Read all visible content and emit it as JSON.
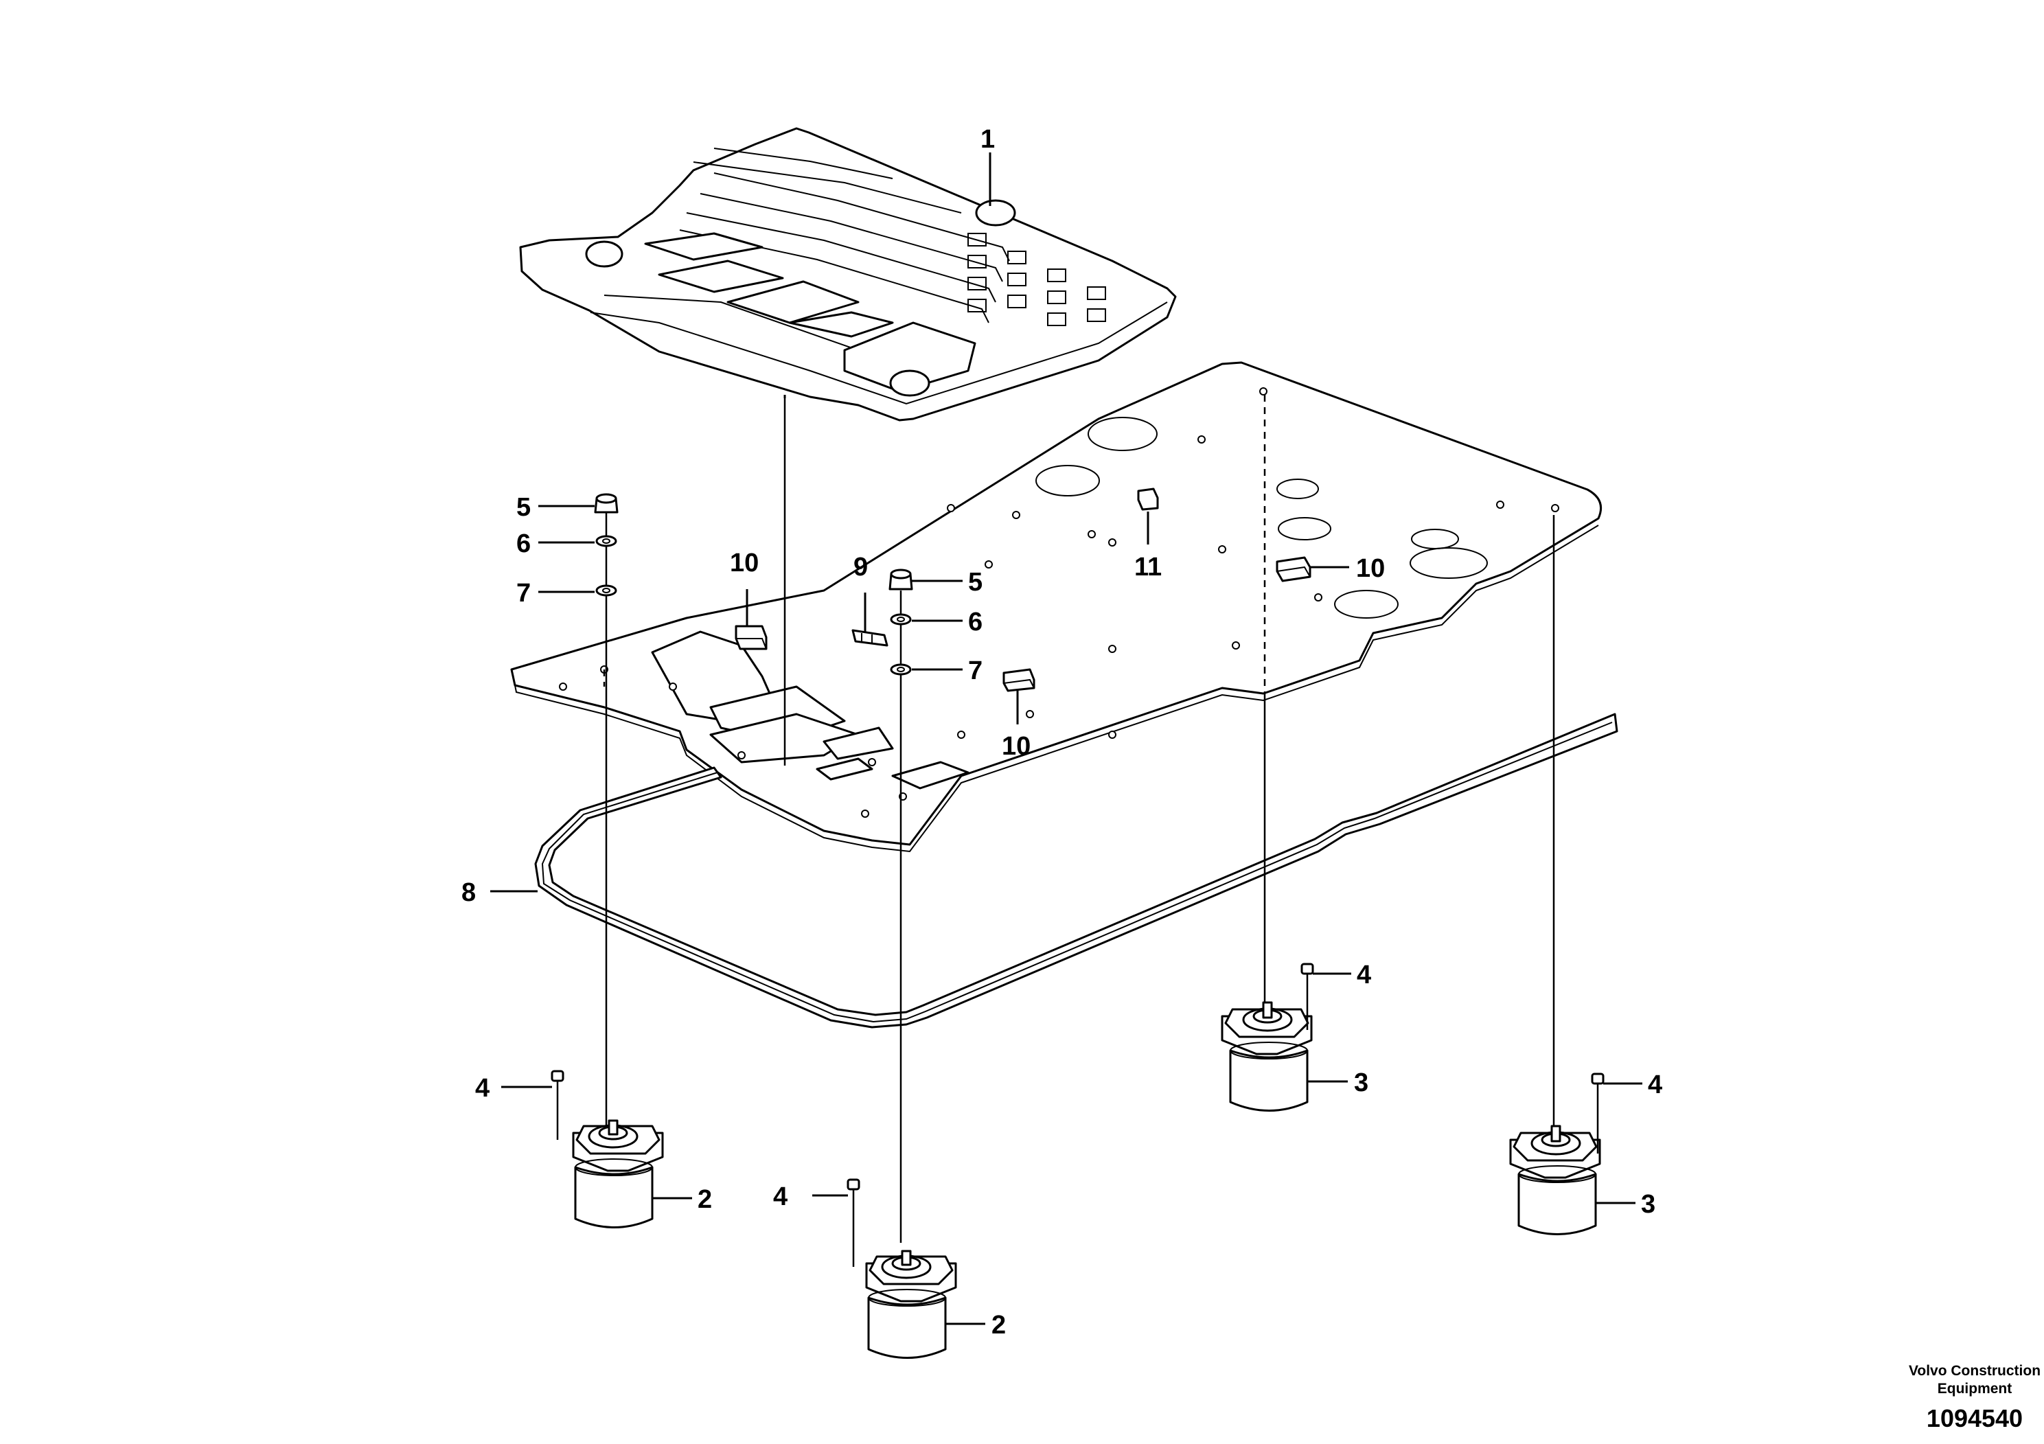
{
  "callouts": {
    "c1": "1",
    "c2a": "2",
    "c2b": "2",
    "c3a": "3",
    "c3b": "3",
    "c4a": "4",
    "c4b": "4",
    "c4c": "4",
    "c4d": "4",
    "c5a": "5",
    "c5b": "5",
    "c6a": "6",
    "c6b": "6",
    "c7a": "7",
    "c7b": "7",
    "c8": "8",
    "c9": "9",
    "c10a": "10",
    "c10b": "10",
    "c10c": "10",
    "c11": "11"
  },
  "footer": {
    "brand_line1": "Volvo Construction",
    "brand_line2": "Equipment",
    "document_number": "1094540"
  }
}
